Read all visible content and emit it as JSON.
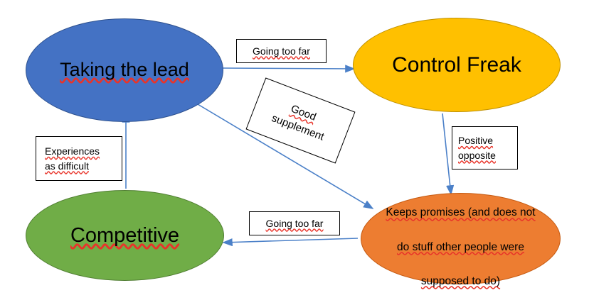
{
  "diagram": {
    "title": "Behaviour cycle diagram",
    "background_color": "#FFFFFF",
    "arrow_color": "#5B8FD4",
    "nodes": [
      {
        "id": "taking-the-lead",
        "label": "Taking the lead",
        "fill": "#4472C4",
        "border": "#2F528F",
        "shape": "ellipse"
      },
      {
        "id": "control-freak",
        "label": "Control Freak",
        "fill": "#FFC000",
        "border": "#BF9000",
        "shape": "ellipse"
      },
      {
        "id": "competitive",
        "label": "Competitive",
        "fill": "#70AD47",
        "border": "#507E32",
        "shape": "ellipse"
      },
      {
        "id": "keeps-promises",
        "label": "Keeps promises (and does not do stuff other people were supposed to do)",
        "line1": "Keeps promises (and does not",
        "line2": "do stuff other people were",
        "line3": "supposed to do)",
        "fill": "#ED7D31",
        "border": "#C55A11",
        "shape": "ellipse"
      }
    ],
    "edge_labels": [
      {
        "id": "going-too-far-top",
        "line1": "Going too far",
        "from": "taking-the-lead",
        "to": "control-freak"
      },
      {
        "id": "good-supplement",
        "line1": "Good",
        "line2": "supplement",
        "from": "taking-the-lead",
        "to": "keeps-promises",
        "rotation_deg": 21
      },
      {
        "id": "positive-opposite",
        "line1": "Positive",
        "line2": "opposite",
        "from": "control-freak",
        "to": "keeps-promises"
      },
      {
        "id": "going-too-far-bottom",
        "line1": "Going too far",
        "from": "keeps-promises",
        "to": "competitive"
      },
      {
        "id": "experiences-as-difficult",
        "line1": "Experiences",
        "line2": "as difficult",
        "from": "competitive",
        "to": "taking-the-lead"
      }
    ]
  }
}
